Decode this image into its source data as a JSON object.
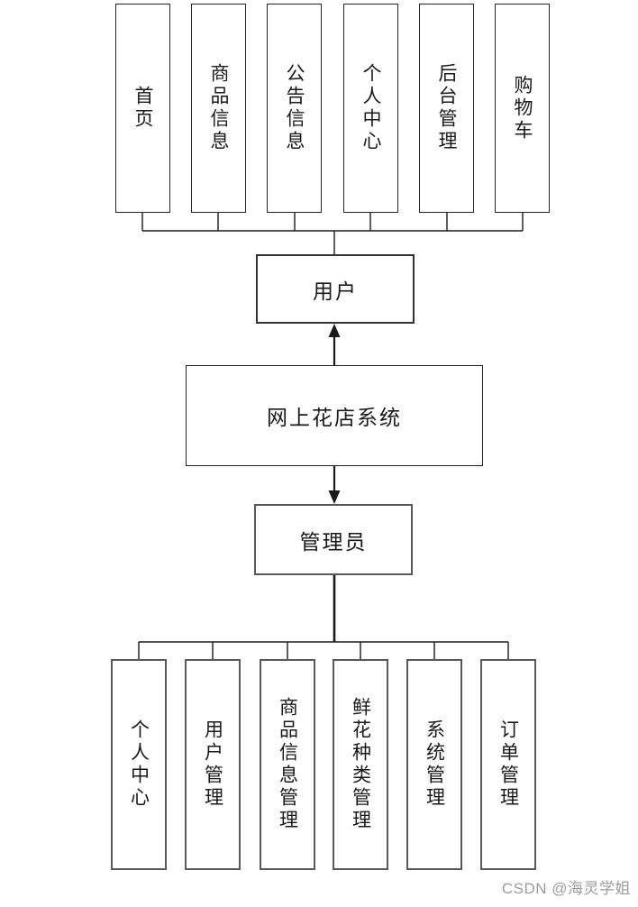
{
  "diagram": {
    "system": {
      "label": "网上花店系统"
    },
    "user_branch": {
      "actor": {
        "label": "用户"
      },
      "modules": [
        "首页",
        "商品信息",
        "公告信息",
        "个人中心",
        "后台管理",
        "购物车"
      ]
    },
    "admin_branch": {
      "actor": {
        "label": "管理员"
      },
      "modules": [
        "个人中心",
        "用户管理",
        "商品信息管理",
        "鲜花种类管理",
        "系统管理",
        "订单管理"
      ]
    },
    "watermark": {
      "label": "CSDN @海灵学姐"
    },
    "colors": {
      "line": "#1a1a1a",
      "top_box_border": "#262626",
      "bottom_box_border": "#595959",
      "watermark_text": "#9b9b9b",
      "background": "#ffffff"
    }
  }
}
